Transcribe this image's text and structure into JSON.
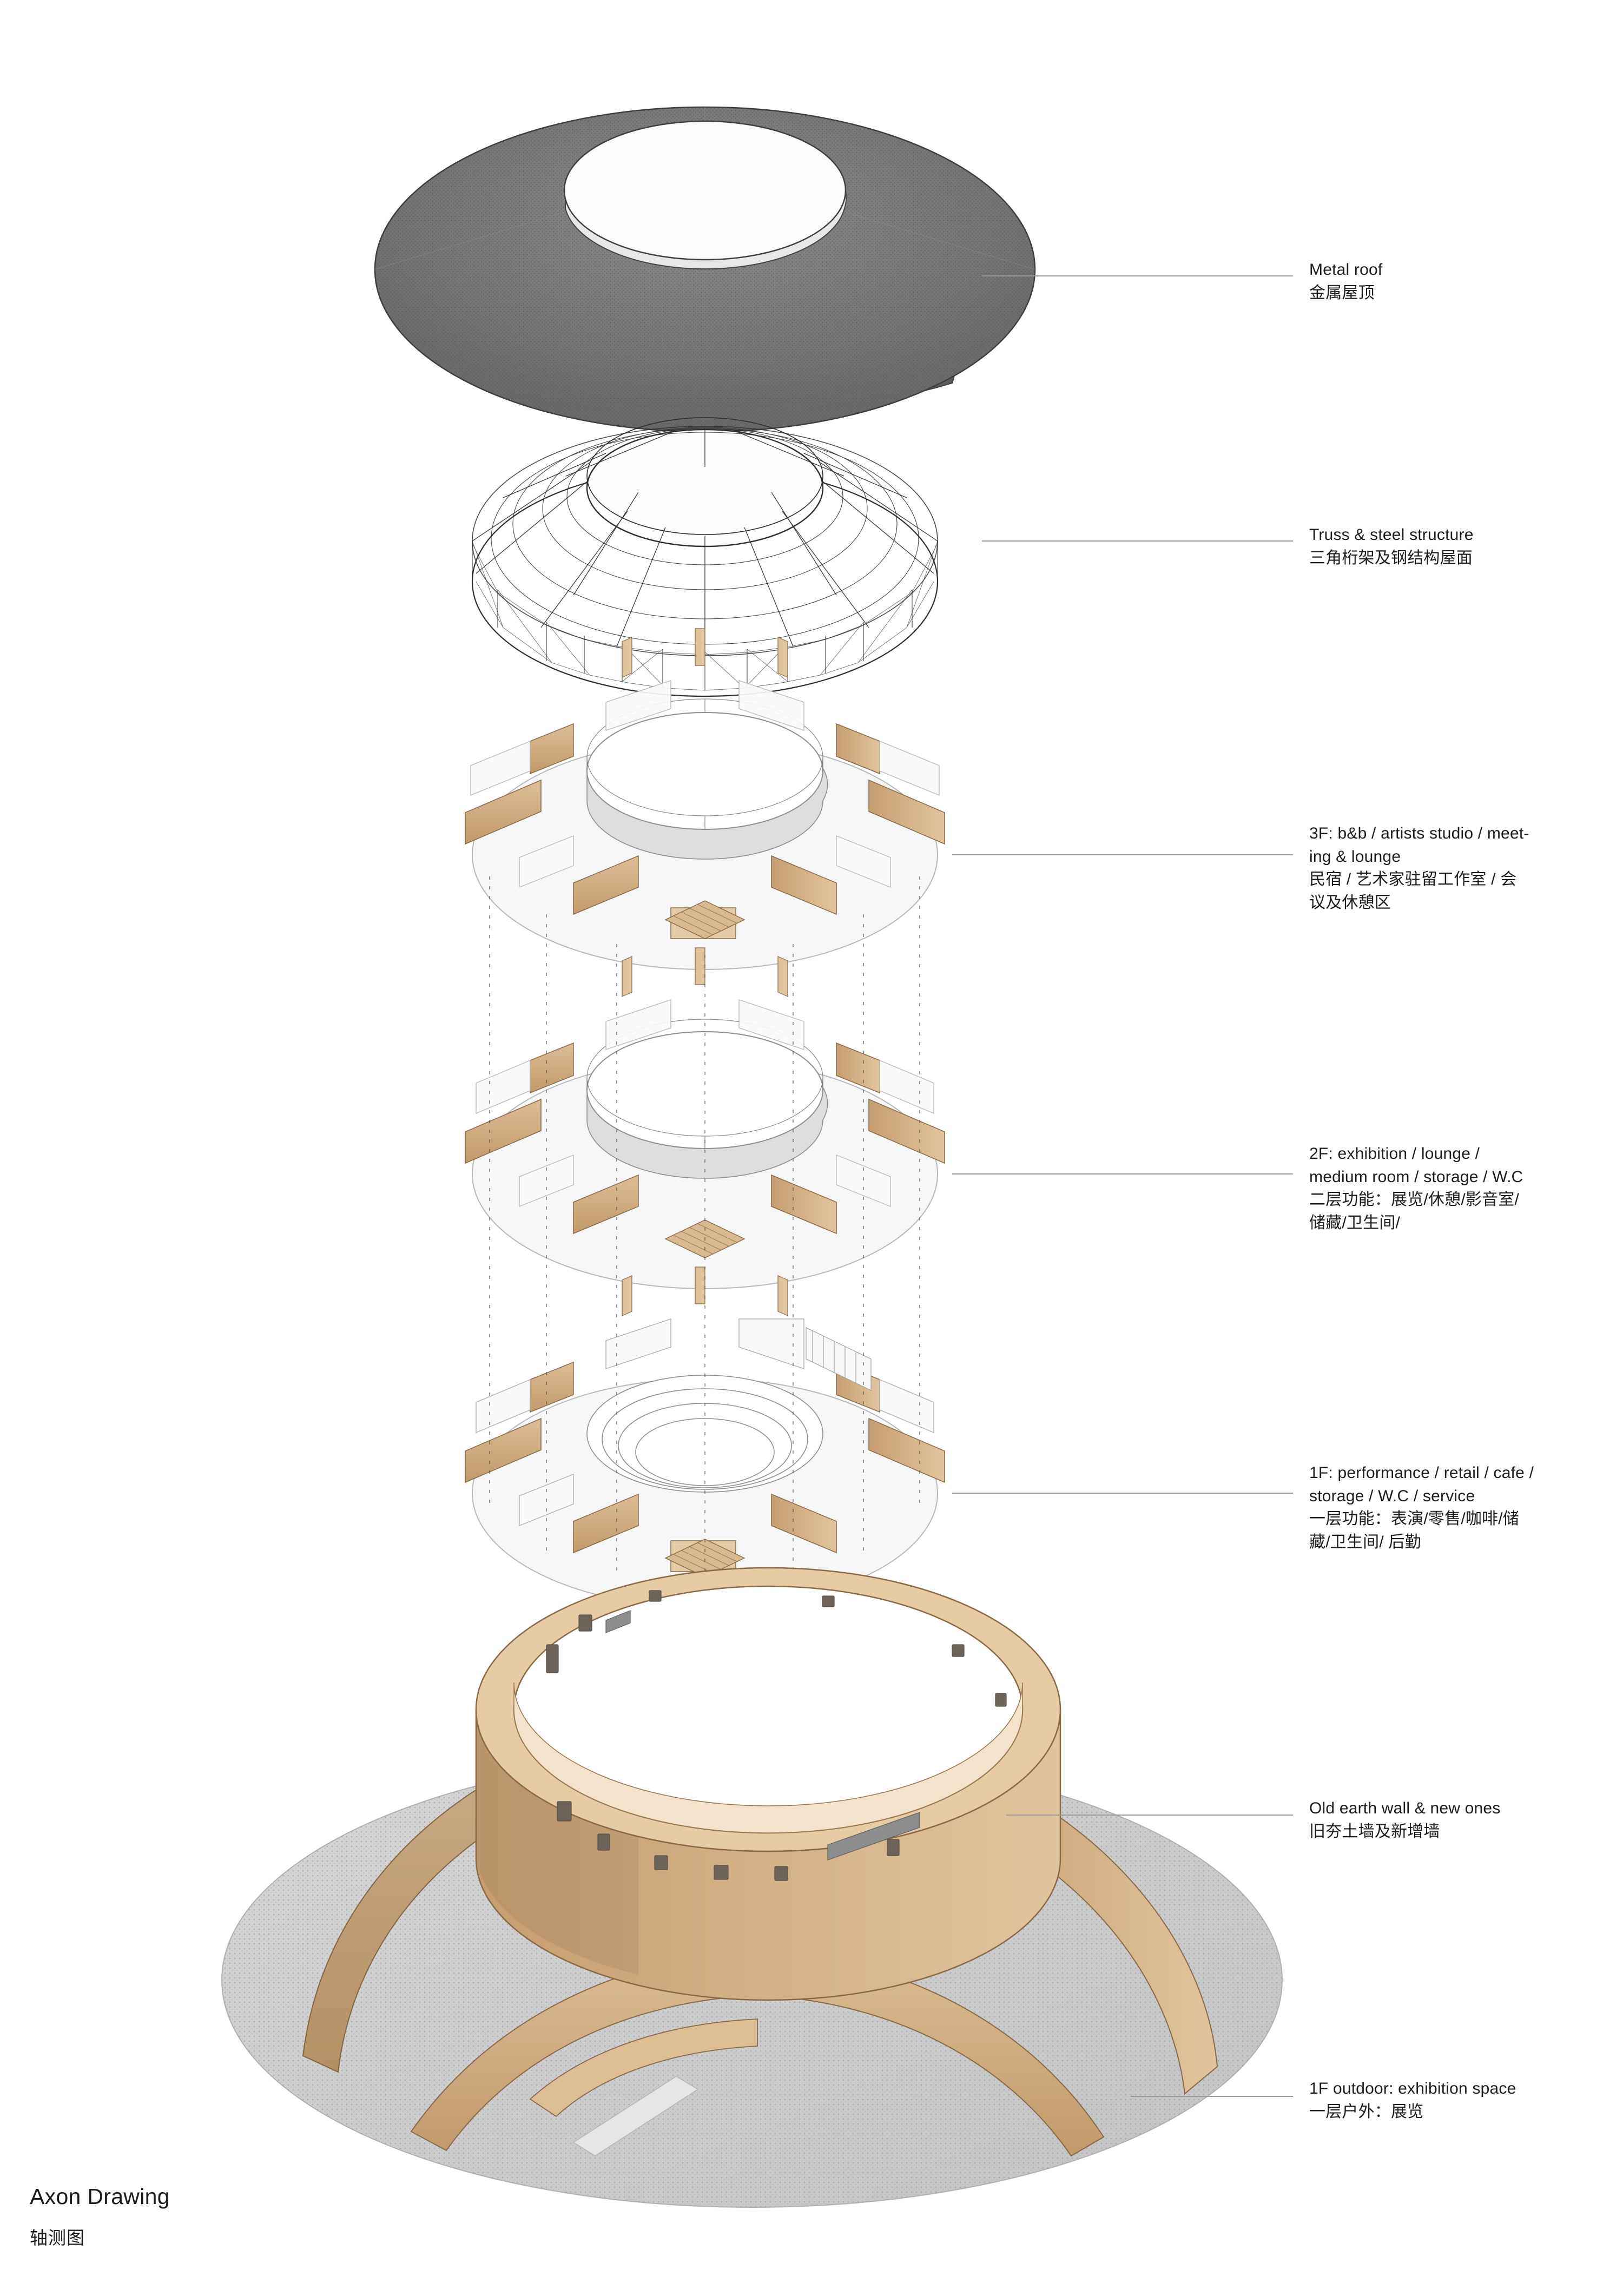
{
  "caption": {
    "title_en": "Axon Drawing",
    "title_zh": "轴测图"
  },
  "annotations": [
    {
      "key": "metal-roof",
      "en": "Metal roof",
      "zh": "金属屋顶"
    },
    {
      "key": "truss-steel-structure",
      "en": "Truss & steel structure",
      "zh": "三角桁架及钢结构屋面"
    },
    {
      "key": "floor-3",
      "en": "3F: b&b / artists studio / meet-\ning & lounge",
      "zh": "民宿 / 艺术家驻留工作室 / 会\n议及休憩区"
    },
    {
      "key": "floor-2",
      "en": "2F: exhibition / lounge /\nmedium room / storage / W.C",
      "zh": "二层功能：展览/休憩/影音室/\n储藏/卫生间/"
    },
    {
      "key": "floor-1",
      "en": "1F: performance / retail / cafe /\nstorage / W.C / service",
      "zh": "一层功能：表演/零售/咖啡/储\n藏/卫生间/ 后勤"
    },
    {
      "key": "earth-wall",
      "en": "Old earth wall  & new ones",
      "zh": "旧夯土墙及新增墙"
    },
    {
      "key": "outdoor",
      "en": "1F outdoor:  exhibition space",
      "zh": "一层户外：展览"
    }
  ],
  "colors": {
    "roof_dark": "#6e6e6e",
    "roof_light": "#d6d6d6",
    "wood": "#c9a173",
    "wood_light": "#ddc19b",
    "gravel": "#cdcdcd",
    "line": "#2b2b2b",
    "leader": "#8a8a8a",
    "slab_fill": "#f2f2f2"
  },
  "layers": [
    {
      "key": "metal-roof-geometry",
      "name": "Metal roof disc with central oculus"
    },
    {
      "key": "truss-geometry",
      "name": "Radial truss ring with steel members"
    },
    {
      "key": "floor3-geometry",
      "name": "Third floor slab with partitions and stair"
    },
    {
      "key": "floor2-geometry",
      "name": "Second floor slab with partitions and stair"
    },
    {
      "key": "floor1-geometry",
      "name": "First floor slab with partitions and stair"
    },
    {
      "key": "earth-wall-geometry",
      "name": "Rammed earth circular wall on gravel base"
    },
    {
      "key": "outdoor-geometry",
      "name": "Curved outdoor exhibition walls and landscape"
    }
  ]
}
